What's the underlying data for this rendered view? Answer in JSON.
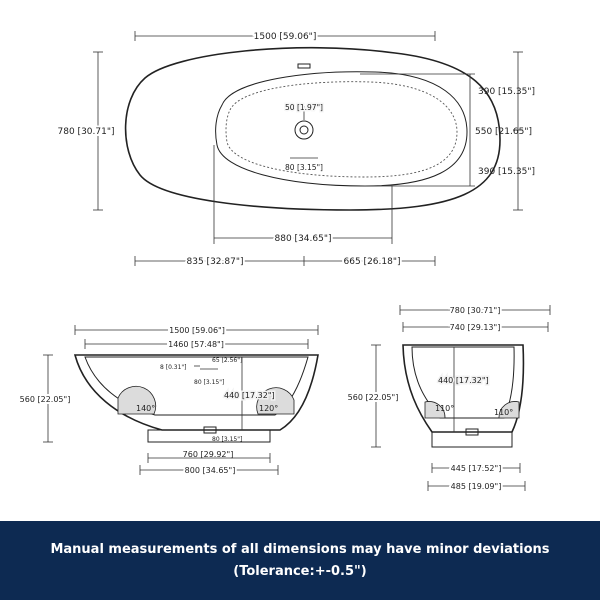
{
  "colors": {
    "banner": "#0d2a52",
    "ink": "#222222",
    "basin_fill": "#f2f2f2",
    "feet_fill": "#d9d9d9"
  },
  "top_view": {
    "overall_length": "1500 [59.06\"]",
    "overall_width": "780 [30.71\"]",
    "inner_width": "550 [21.65\"]",
    "upper_offset": "390 [15.35\"]",
    "lower_offset": "390 [15.35\"]",
    "drain_offset": "50 [1.97\"]",
    "drain_diameter": "80 [3.15\"]",
    "inner_length": "880 [34.65\"]",
    "left_to_drain": "835 [32.87\"]",
    "drain_to_right": "665 [26.18\"]"
  },
  "front_view": {
    "overall_length": "1500 [59.06\"]",
    "rim_length": "1460 [57.48\"]",
    "height": "560 [22.05\"]",
    "wall_thickness": "8 [0.31\"]",
    "overflow_size": "65 [2.56\"]",
    "overflow_diameter": "80 [3.15\"]",
    "depth": "440 [17.32\"]",
    "left_angle": "140°",
    "right_angle": "120°",
    "drain_size": "80 [3.15\"]",
    "base_length": "760 [29.92\"]",
    "bottom_length": "800 [34.65\"]"
  },
  "side_view": {
    "overall_width": "780 [30.71\"]",
    "rim_width": "740 [29.13\"]",
    "height": "560 [22.05\"]",
    "depth": "440 [17.32\"]",
    "left_angle": "110°",
    "right_angle": "110°",
    "base_width": "445 [17.52\"]",
    "bottom_width": "485 [19.09\"]"
  },
  "banner": {
    "line1": "Manual measurements of all dimensions may have minor deviations",
    "line2": "(Tolerance:+-0.5\")"
  }
}
